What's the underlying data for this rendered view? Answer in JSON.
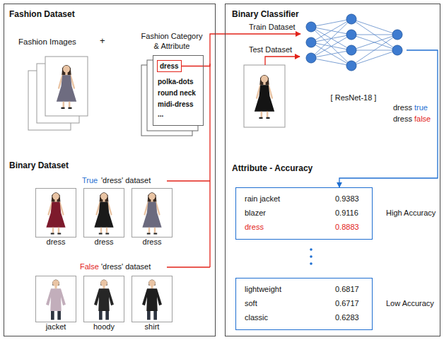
{
  "diagram": {
    "nodes": [
      {
        "text": [
          "Fashion Dataset",
          "Binary Dataset"
        ]
      },
      {
        "text": [
          "polka-dots",
          "round neck",
          "midi-dress",
          "..."
        ],
        "in": 0
      },
      {
        "text": [
          "dress"
        ],
        "in": 1
      },
      {
        "text": [
          "dress"
        ],
        "in": 0
      },
      {
        "text": [
          "dress"
        ],
        "in": 0
      },
      {
        "text": [
          "dress"
        ],
        "in": 0
      },
      {
        "text": [
          "jacket"
        ],
        "in": 0
      },
      {
        "text": [
          "hoody"
        ],
        "in": 0
      },
      {
        "text": [
          "shirt"
        ],
        "in": 0
      },
      {
        "text": [
          "Binary Classifier",
          "Attribute - Accuracy"
        ]
      },
      {
        "text": [
          "[ ResNet-18 ]"
        ],
        "in": 9
      },
      {
        "text": [
          "rain jacket",
          "0.9383",
          "blazer",
          "0.9116",
          "dress",
          "0.8883"
        ],
        "in": 9
      },
      {
        "text": [
          "lightweight",
          "0.6817",
          "soft",
          "0.6717",
          "classic",
          "0.6283"
        ],
        "in": 9
      }
    ],
    "edges": [
      {
        "from": 2,
        "to": 10,
        "arrow": "to"
      },
      {
        "from": 10,
        "to": 11,
        "arrow": "to"
      }
    ],
    "labels": [
      "Fashion Images",
      "+",
      "Fashion Category & Attribute",
      "True",
      "'dress' dataset",
      "False",
      "'dress' dataset",
      "Train Dataset",
      "Test Dataset",
      "dress",
      "true",
      "dress",
      "false",
      "High Accuracy",
      "Low Accuracy"
    ]
  }
}
